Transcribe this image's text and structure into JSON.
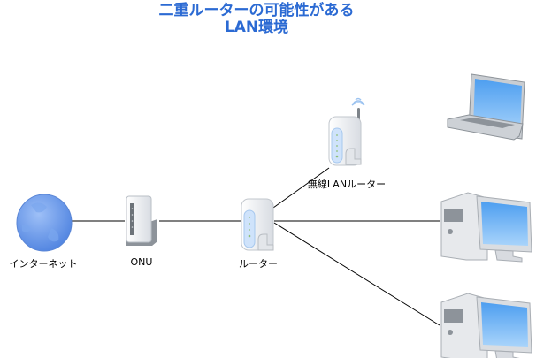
{
  "title": {
    "line1": "二重ルーターの可能性がある",
    "line2": "LAN環境",
    "color": "#2b6ad3"
  },
  "nodes": {
    "internet": {
      "label": "インターネット",
      "icon": "globe-icon"
    },
    "onu": {
      "label": "ONU",
      "icon": "onu-device-icon"
    },
    "router": {
      "label": "ルーター",
      "icon": "router-icon"
    },
    "wireless_router": {
      "label": "無線LANルーター",
      "icon": "wireless-router-icon"
    },
    "laptop": {
      "icon": "laptop-icon"
    },
    "desktop1": {
      "icon": "desktop-pc-icon"
    },
    "desktop2": {
      "icon": "desktop-pc-icon"
    }
  }
}
